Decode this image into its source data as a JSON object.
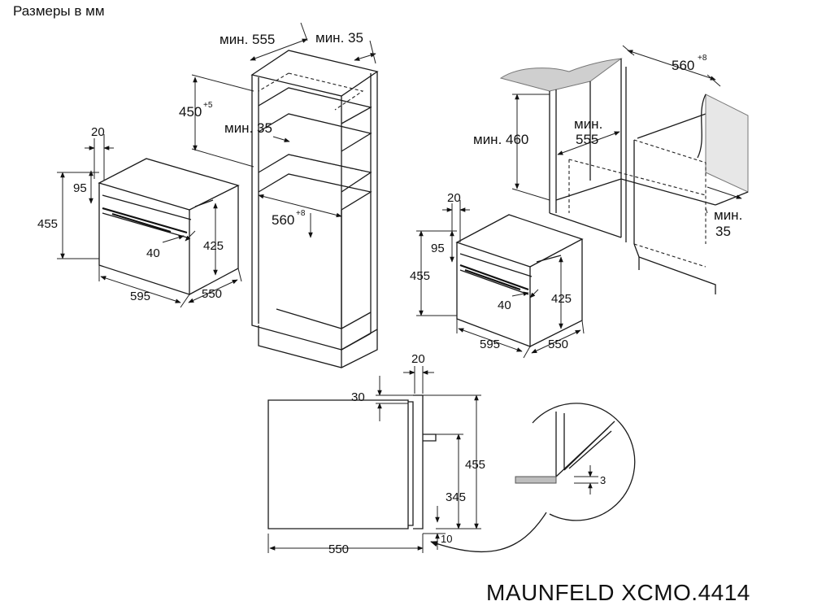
{
  "header": {
    "units_caption": "Размеры в мм"
  },
  "footer": {
    "model": "MAUNFELD XCMO.4414"
  },
  "labels": {
    "tall_min555": "мин. 555",
    "tall_min35_top": "мин. 35",
    "tall_450": "450",
    "tall_450_tol": "+5",
    "tall_min35_mid": "мин. 35",
    "tall_560": "560",
    "tall_560_tol": "+8",
    "oven1_20": "20",
    "oven1_95": "95",
    "oven1_455": "455",
    "oven1_425": "425",
    "oven1_40": "40",
    "oven1_595": "595",
    "oven1_550": "550",
    "under_560": "560",
    "under_560_tol": "+8",
    "under_min460": "мин. 460",
    "under_min555_a": "мин.",
    "under_min555_b": "555",
    "under_min35_a": "мин.",
    "under_min35_b": "35",
    "oven2_20": "20",
    "oven2_95": "95",
    "oven2_455": "455",
    "oven2_425": "425",
    "oven2_40": "40",
    "oven2_595": "595",
    "oven2_550": "550",
    "side_20": "20",
    "side_30": "30",
    "side_455": "455",
    "side_345": "345",
    "side_10": "10",
    "side_550": "550",
    "detail_3": "3"
  }
}
